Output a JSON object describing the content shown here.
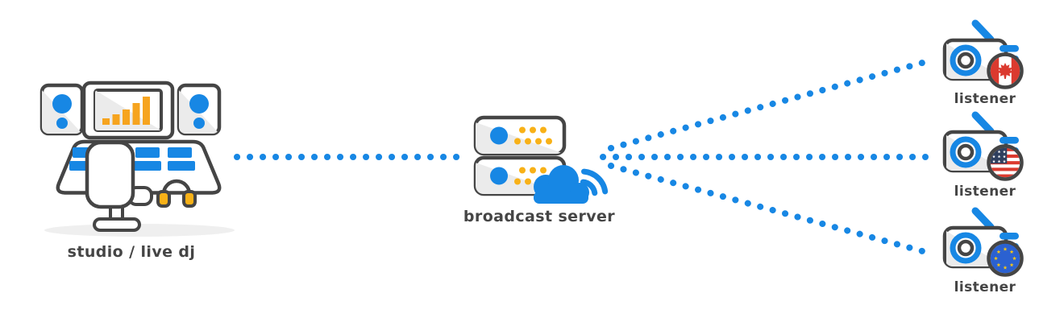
{
  "diagram": {
    "nodes": {
      "studio": {
        "label": "studio / live dj",
        "icon": "dj-studio-icon"
      },
      "server": {
        "label": "broadcast server",
        "icon": "server-rack-cloud-icon"
      },
      "listeners": [
        {
          "label": "listener",
          "flag": "canada-flag-icon"
        },
        {
          "label": "listener",
          "flag": "usa-flag-icon"
        },
        {
          "label": "listener",
          "flag": "eu-flag-icon"
        }
      ]
    },
    "connections": [
      {
        "from": "studio",
        "to": "server",
        "style": "dotted"
      },
      {
        "from": "server",
        "to": "listener-canada",
        "style": "dotted"
      },
      {
        "from": "server",
        "to": "listener-usa",
        "style": "dotted"
      },
      {
        "from": "server",
        "to": "listener-eu",
        "style": "dotted"
      }
    ],
    "colors": {
      "accent_blue": "#1787E4",
      "accent_yellow": "#F8B117",
      "bar_amber": "#F6A41F",
      "stroke_dark": "#454545",
      "shading_gray": "#EBEBEB",
      "shadow_gray": "#EFEFEF",
      "flag_red": "#DB3A2F",
      "flag_navy": "#2F3F5E",
      "eu_blue": "#2B61D1",
      "eu_star_yellow": "#F5C518",
      "background": "#FFFFFF"
    }
  }
}
